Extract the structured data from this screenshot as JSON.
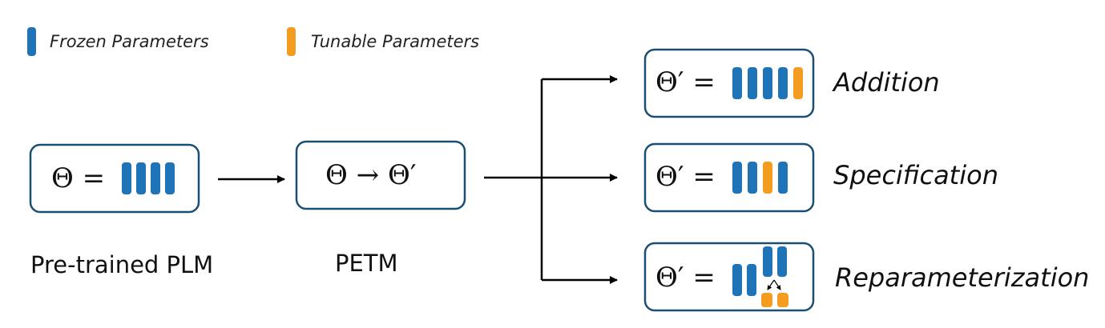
{
  "legend": {
    "frozen_label": "Frozen Parameters",
    "tunable_label": "Tunable Parameters",
    "frozen_color": "#1f73b7",
    "tunable_color": "#f39c1f"
  },
  "plm": {
    "formula": "Θ =",
    "caption": "Pre-trained PLM"
  },
  "petm": {
    "formula": "Θ → Θ′",
    "caption": "PETM"
  },
  "methods": [
    {
      "formula": "Θ′ =",
      "label": "Addition"
    },
    {
      "formula": "Θ′ =",
      "label": "Specification"
    },
    {
      "formula": "Θ′ =",
      "label": "Reparameterization"
    }
  ]
}
